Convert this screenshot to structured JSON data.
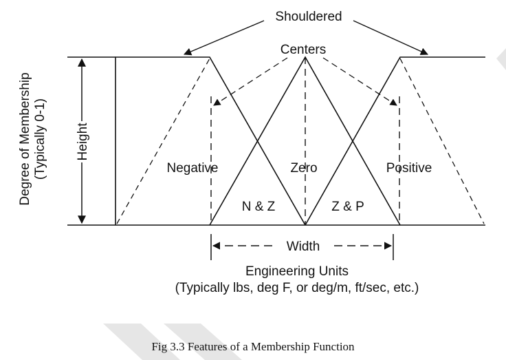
{
  "diagram": {
    "shouldered_label": "Shouldered",
    "centers_label": "Centers",
    "y_axis_label_line1": "Degree of Membership",
    "y_axis_label_line2": "(Typically 0-1)",
    "height_label": "Height",
    "sets": {
      "negative": "Negative",
      "zero": "Zero",
      "positive": "Positive"
    },
    "overlaps": {
      "n_and_z": "N & Z",
      "z_and_p": "Z & P"
    },
    "width_label": "Width",
    "x_axis_label_line1": "Engineering Units",
    "x_axis_label_line2": "(Typically lbs, deg F, or deg/m, ft/sec, etc.)"
  },
  "caption": "Fig 3.3 Features of a Membership Function",
  "colors": {
    "line": "#111111",
    "watermark": "#e6e6e6"
  }
}
